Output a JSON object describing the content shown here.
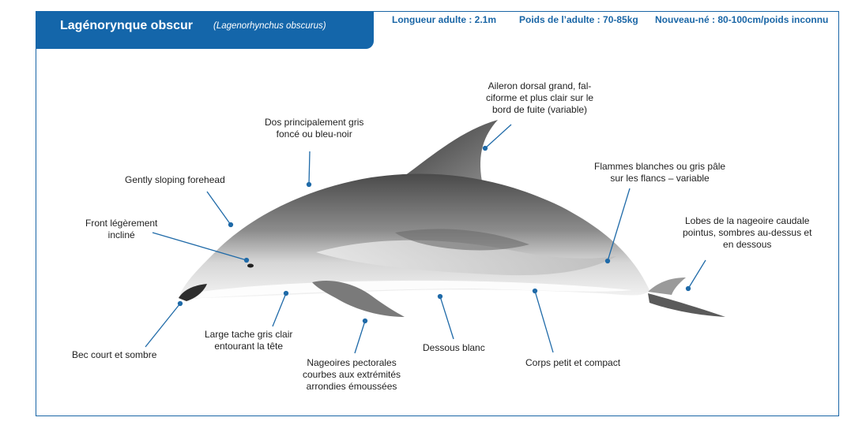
{
  "header": {
    "common_name": "Lagénorynque obscur",
    "scientific_name": "(Lagenorhynchus obscurus)",
    "stats": [
      "Longueur adulte : 2.1m",
      "Poids de l’adulte : 70-85kg",
      "Nouveau-né : 80-100cm/poids inconnu"
    ]
  },
  "colors": {
    "brand_blue": "#1466aa",
    "frame": "#1a66a6",
    "leader_line": "#1f6aa8"
  },
  "annotations": {
    "aileron": [
      "Aileron dorsal grand, fal-",
      "ciforme et plus clair sur le",
      "bord de fuite (variable)"
    ],
    "dos": [
      "Dos principalement gris",
      "foncé ou bleu-noir"
    ],
    "gently": [
      "Gently  sloping forehead"
    ],
    "front": [
      "Front légèrement",
      "incliné"
    ],
    "flammes": [
      "Flammes blanches ou gris pâle",
      "sur les flancs – variable"
    ],
    "lobes": [
      "Lobes de la nageoire caudale",
      "pointus, sombres au-dessus et",
      "en dessous"
    ],
    "bec": [
      "Bec court et sombre"
    ],
    "tache": [
      "Large tache gris clair",
      "entourant la tête"
    ],
    "nageoires": [
      "Nageoires pectorales",
      "courbes aux extrémités",
      "arrondies émoussées"
    ],
    "dessous": [
      "Dessous blanc"
    ],
    "corps": [
      "Corps petit et compact"
    ]
  }
}
